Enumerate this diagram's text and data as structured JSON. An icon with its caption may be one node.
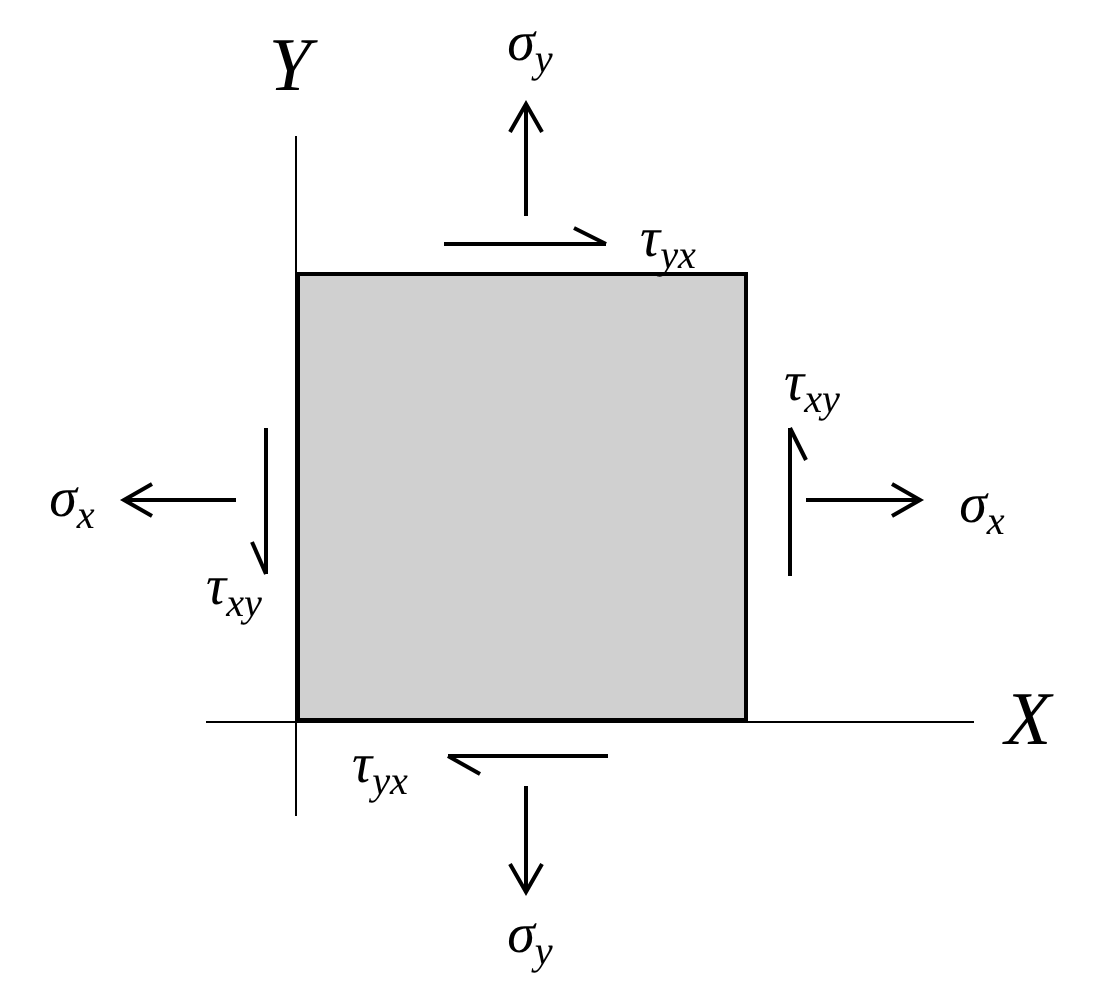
{
  "diagram": {
    "nodes": [
      {
        "text": [],
        "shape": "box"
      }
    ],
    "labels": [
      "Y",
      "σ$_{y}$",
      "τ$_{yx}$",
      "τ$_{xy}$",
      "σ$_{x}$",
      "σ$_{x}$",
      "τ$_{xy}$",
      "X",
      "τ$_{yx}$",
      "σ$_{y}$"
    ]
  }
}
